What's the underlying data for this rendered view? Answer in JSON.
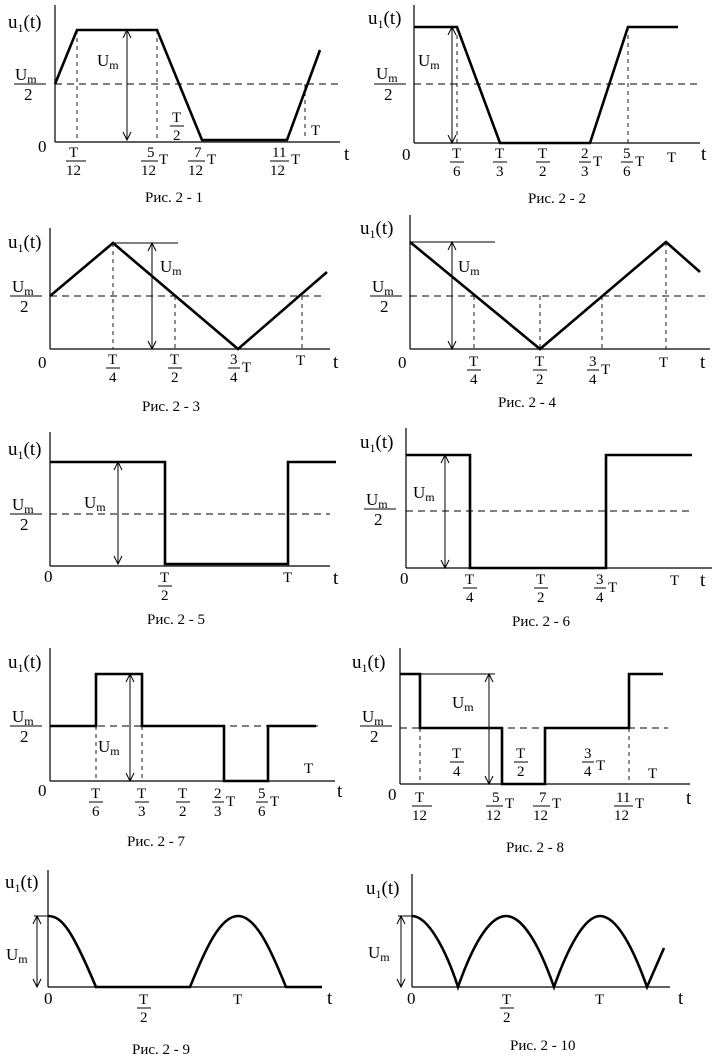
{
  "symbols": {
    "u": "u",
    "sub1": "1",
    "arg": "(t)",
    "um": "U",
    "um_sub": "m",
    "two": "2",
    "zero": "0",
    "t": "t",
    "T": "T",
    "num1": "1",
    "num2": "2",
    "num3": "3",
    "num5": "5",
    "num7": "7",
    "num11": "11",
    "den2": "2",
    "den3": "3",
    "den4": "4",
    "den6": "6",
    "den12": "12"
  },
  "captions": [
    "Рис. 2 - 1",
    "Рис. 2 - 2",
    "Рис. 2 - 3",
    "Рис. 2 - 4",
    "Рис. 2 - 5",
    "Рис. 2 - 6",
    "Рис. 2 - 7",
    "Рис. 2 - 8",
    "Рис. 2 - 9",
    "Рис. 2 - 10"
  ]
}
